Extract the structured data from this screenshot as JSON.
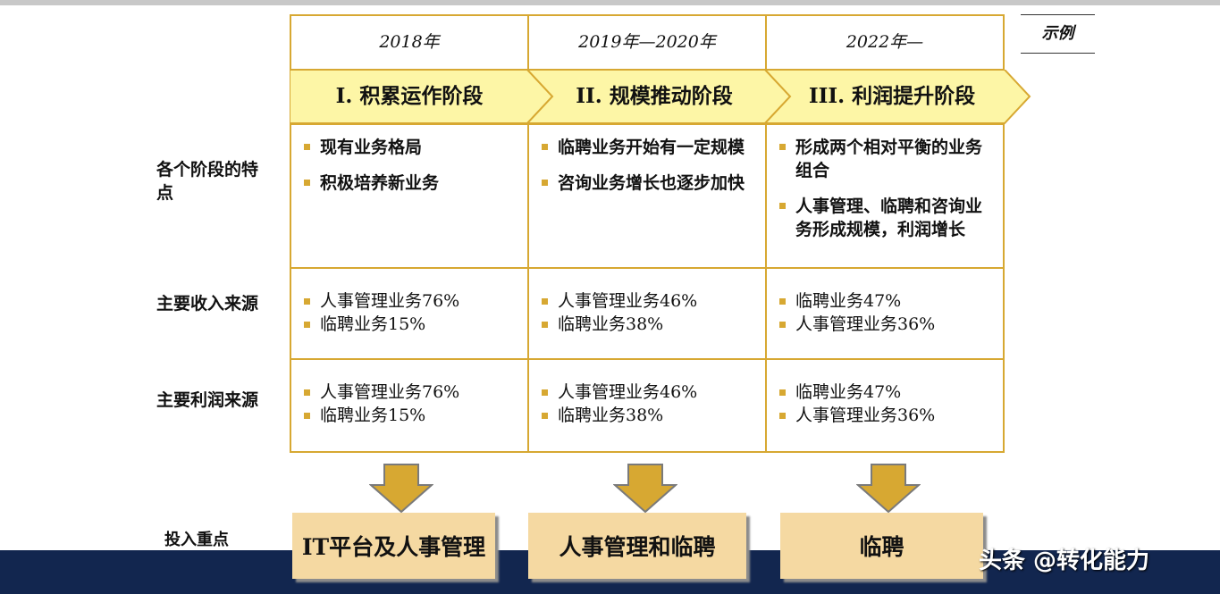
{
  "legend": "示例",
  "stages": [
    {
      "year": "2018年",
      "phase": "I. 积累运作阶段",
      "features": [
        "现有业务格局",
        "积极培养新业务"
      ],
      "revenue": [
        "人事管理业务76%",
        "临聘业务15%"
      ],
      "profit": [
        "人事管理业务76%",
        "临聘业务15%"
      ],
      "focus": "IT平台及人事管理"
    },
    {
      "year": "2019年—2020年",
      "phase": "II. 规模推动阶段",
      "features": [
        "临聘业务开始有一定规模",
        "咨询业务增长也逐步加快"
      ],
      "revenue": [
        "人事管理业务46%",
        "临聘业务38%"
      ],
      "profit": [
        "人事管理业务46%",
        "临聘业务38%"
      ],
      "focus": "人事管理和临聘"
    },
    {
      "year": "2022年—",
      "phase": "III. 利润提升阶段",
      "features": [
        "形成两个相对平衡的业务组合",
        "人事管理、临聘和咨询业务形成规模，利润增长"
      ],
      "revenue": [
        "临聘业务47%",
        "人事管理业务36%"
      ],
      "profit": [
        "临聘业务47%",
        "人事管理业务36%"
      ],
      "focus": "临聘"
    }
  ],
  "row_labels": {
    "features": "各个阶段的特点",
    "revenue": "主要收入来源",
    "profit": "主要利润来源",
    "focus": "投入重点"
  },
  "watermark": "头条 @转化能力",
  "colors": {
    "accent": "#d7a832",
    "chevron_fill": "#fdf6a6",
    "focus_fill": "#f5d9a2",
    "bottom_bar": "#12264f"
  }
}
